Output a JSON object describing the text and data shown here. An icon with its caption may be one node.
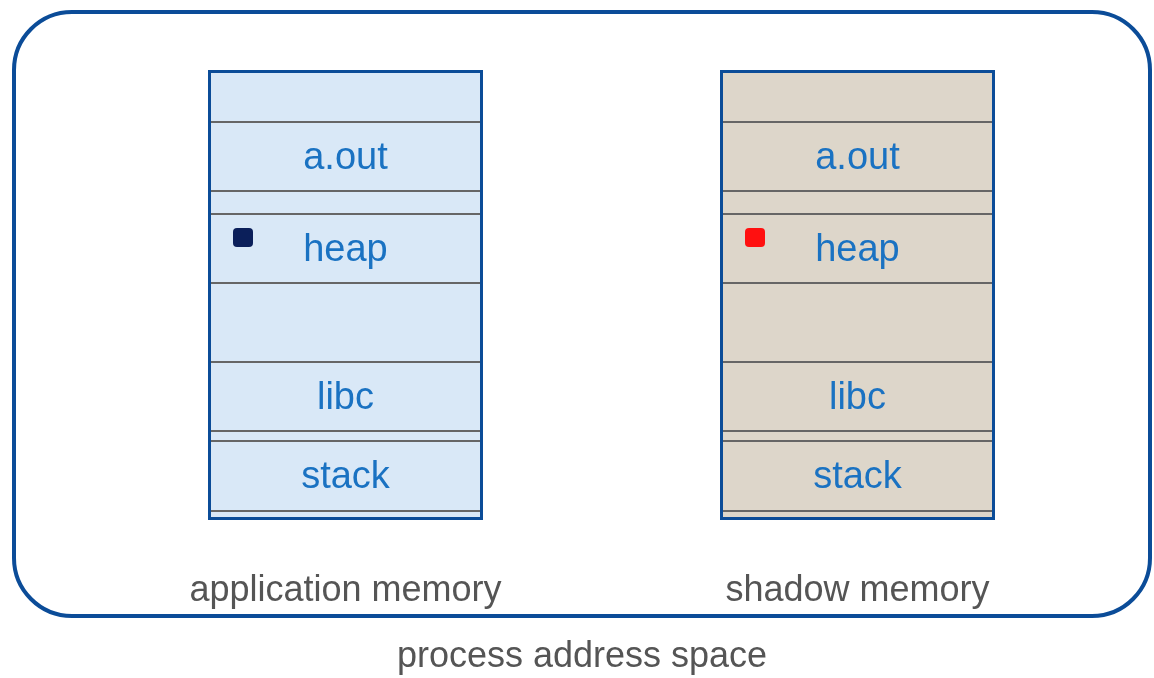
{
  "diagram": {
    "nodes": [
      {
        "text": [
          "process address space"
        ]
      },
      {
        "text": [
          "application memory"
        ],
        "in": 0
      },
      {
        "text": [
          "a.out"
        ],
        "in": 1
      },
      {
        "text": [
          "heap"
        ],
        "in": 1
      },
      {
        "text": [
          "libc"
        ],
        "in": 1
      },
      {
        "text": [
          "stack"
        ],
        "in": 1
      },
      {
        "text": [
          "shadow memory"
        ],
        "in": 0
      },
      {
        "text": [
          "a.out"
        ],
        "in": 6
      },
      {
        "text": [
          "heap"
        ],
        "in": 6
      },
      {
        "text": [
          "libc"
        ],
        "in": 6
      },
      {
        "text": [
          "stack"
        ],
        "in": 6
      }
    ],
    "edges": []
  }
}
